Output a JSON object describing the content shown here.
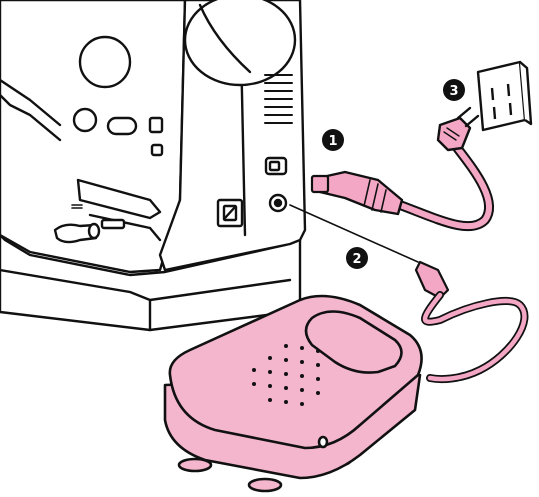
{
  "diagram": {
    "steps": [
      {
        "number": "1"
      },
      {
        "number": "2"
      },
      {
        "number": "3"
      }
    ]
  },
  "colors": {
    "outline": "#111111",
    "pedal_fill": "#f3b6cd",
    "cord_fill": "#f4a7c4",
    "machine_fill": "#ffffff"
  }
}
